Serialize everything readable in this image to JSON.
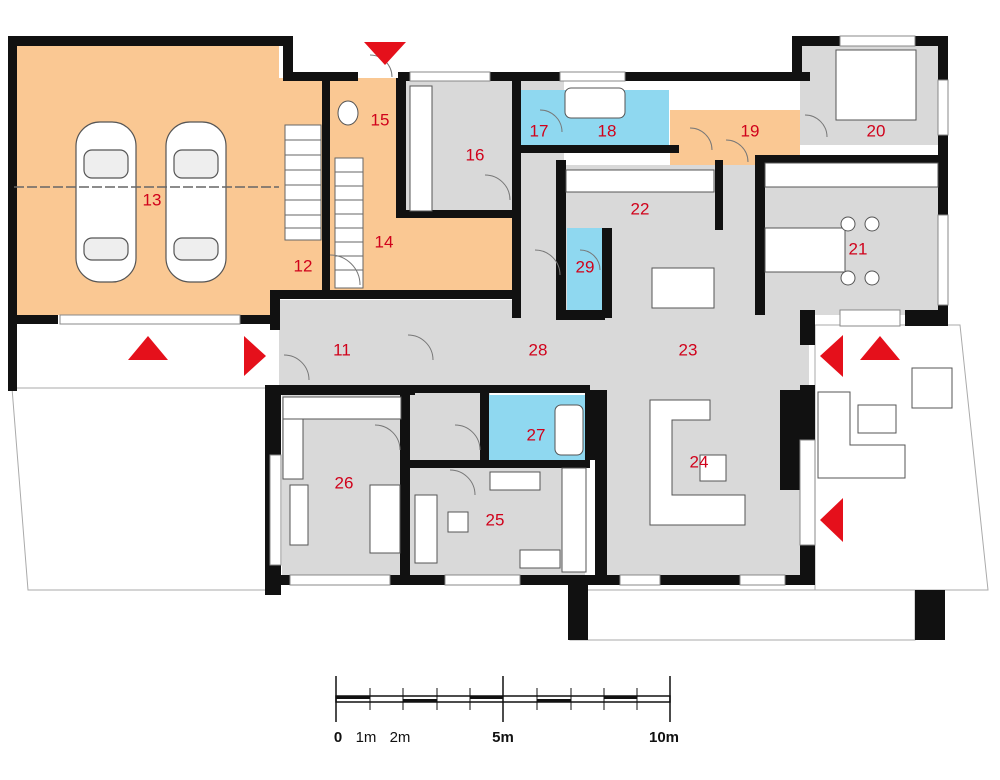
{
  "colors": {
    "wall": "#111111",
    "floor_light": "#d9d9d9",
    "floor_orange": "#fac893",
    "floor_blue": "#8fd8f0",
    "label_red": "#d0021b",
    "arrow_red": "#e5101b"
  },
  "rooms": {
    "r11": "11",
    "r12": "12",
    "r13": "13",
    "r14": "14",
    "r15": "15",
    "r16": "16",
    "r17": "17",
    "r18": "18",
    "r19": "19",
    "r20": "20",
    "r21": "21",
    "r22": "22",
    "r23": "23",
    "r24": "24",
    "r25": "25",
    "r26": "26",
    "r27": "27",
    "r28": "28",
    "r29": "29"
  },
  "scale": {
    "l0": "0",
    "l1": "1m",
    "l2": "2m",
    "l5": "5m",
    "l10": "10m"
  },
  "icons": {
    "entrance": "red-triangle-arrow",
    "car": "car-icon",
    "bed": "bed-icon",
    "sofa": "sofa-icon"
  }
}
